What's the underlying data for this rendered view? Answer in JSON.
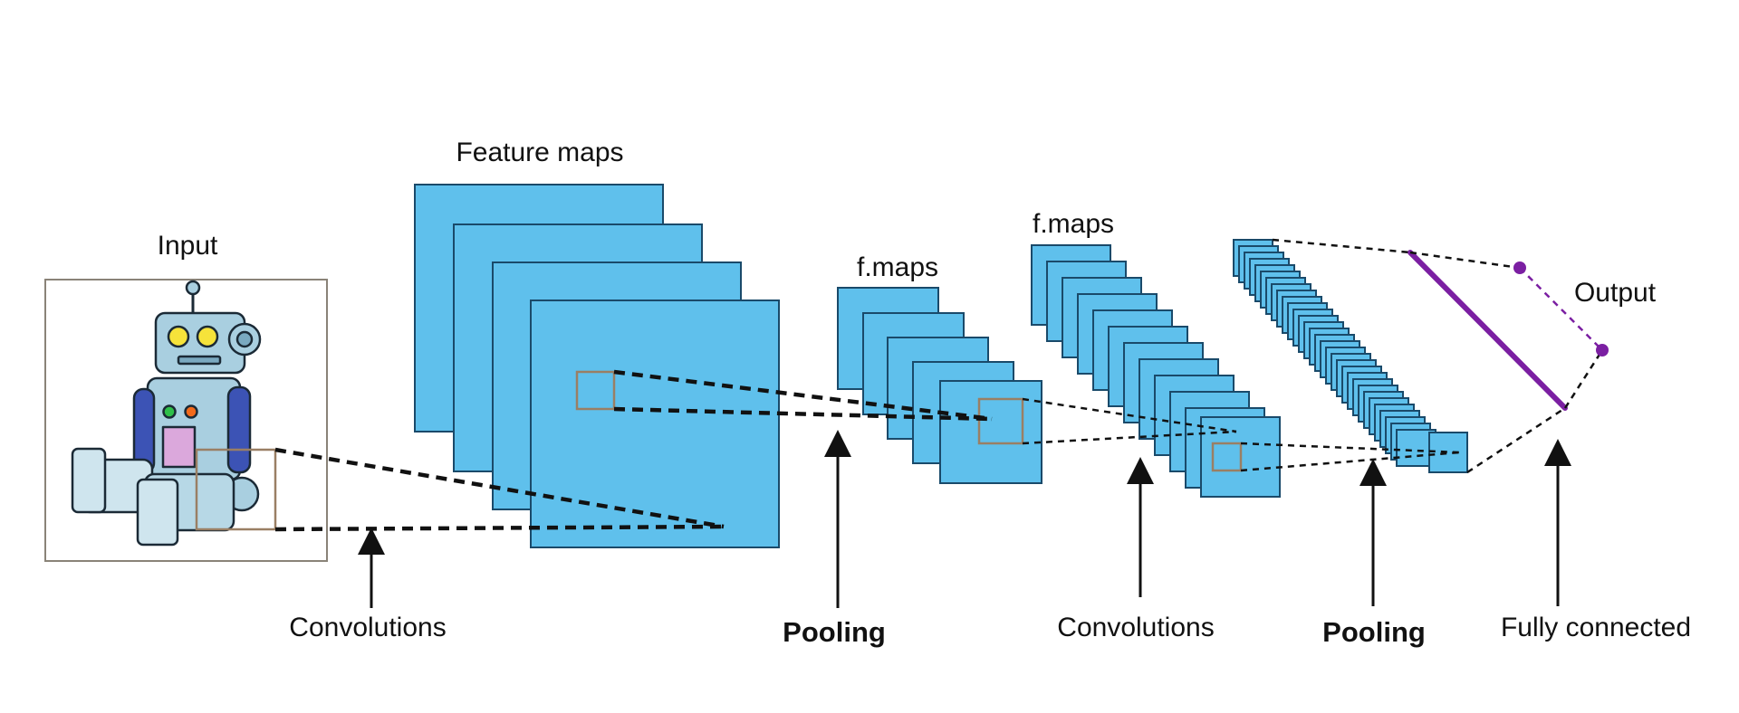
{
  "labels": {
    "input": "Input",
    "feature_maps": "Feature maps",
    "fmaps_1": "f.maps",
    "fmaps_2": "f.maps",
    "output": "Output"
  },
  "stages": [
    {
      "name": "Convolutions"
    },
    {
      "name": "Pooling"
    },
    {
      "name": "Convolutions"
    },
    {
      "name": "Pooling"
    },
    {
      "name": "Fully connected"
    }
  ],
  "colors": {
    "map_fill": "#5fc0ec",
    "map_stroke": "#1a4a6a",
    "window": "#9a7f64",
    "frame": "#8a8378",
    "neuron": "#7b1fa2",
    "line": "#111111"
  },
  "icons": [
    "robot-icon"
  ]
}
